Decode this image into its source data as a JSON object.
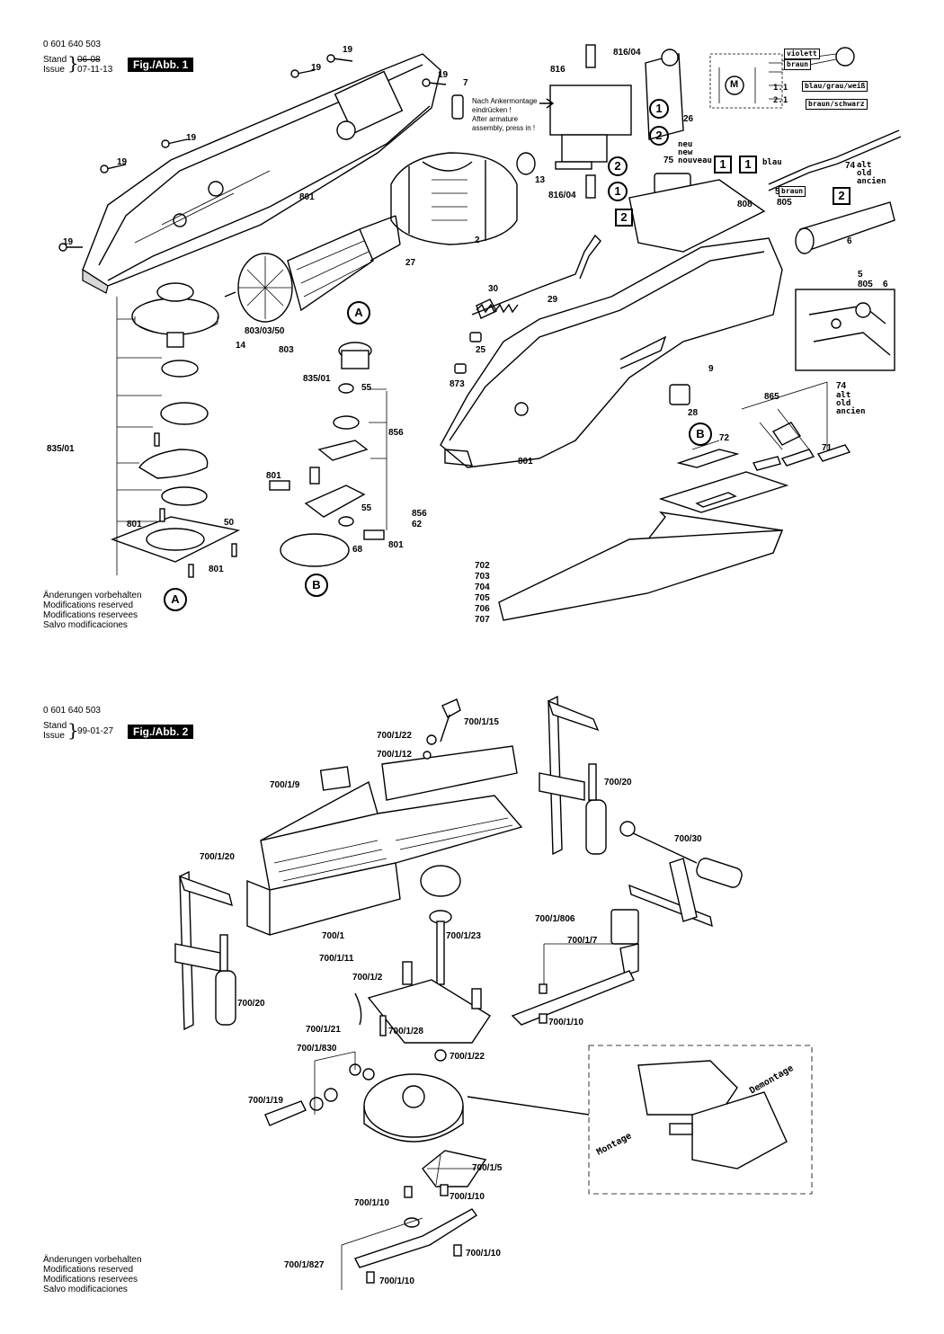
{
  "fig1": {
    "doc_number": "0 601 640 503",
    "stand_label": "Stand",
    "issue_label": "Issue",
    "date_old": "06-08",
    "date_new": "07-11-13",
    "fig_tag": "Fig./Abb. 1",
    "note_de": "Nach Ankermontage eindrücken !",
    "note_en": "After armature assembly, press in !",
    "note_de_1": "Nach Ankermontage",
    "note_de_2": "eindrücken !",
    "note_en_1": "After armature",
    "note_en_2": "assembly, press in !",
    "wiring": {
      "violett": "violett",
      "braun": "braun",
      "blau_grau_weiss": "blau/grau/weiß",
      "braun_schwarz": "braun/schwarz",
      "t11": "1.1",
      "t21": "2.1",
      "motor": "M",
      "blau": "blau",
      "braun2": "braun"
    },
    "new_labels": [
      "neu",
      "new",
      "nouveau"
    ],
    "old_labels": [
      "alt",
      "old",
      "ancien"
    ],
    "old_labels_b": [
      "alt",
      "old",
      "ancien"
    ],
    "markers": {
      "c1": "1",
      "c2": "2",
      "c1b": "1",
      "c2b": "2",
      "b1": "1",
      "b1b": "1",
      "b2": "2",
      "b2b": "2",
      "refA": "A",
      "refA2": "A",
      "refB": "B",
      "refB2": "B"
    },
    "part_labels": {
      "p19a": "19",
      "p19b": "19",
      "p19c": "19",
      "p19d": "19",
      "p19e": "19",
      "p19f": "19",
      "p7": "7",
      "p801a": "801",
      "p2": "2",
      "p27": "27",
      "p803_03_50": "803/03/50",
      "p14": "14",
      "p803": "803",
      "p835_01a": "835/01",
      "p835_01b": "835/01",
      "p55a": "55",
      "p55b": "55",
      "p856a": "856",
      "p856b": "856",
      "p62": "62",
      "p801b": "801",
      "p801c": "801",
      "p801d": "801",
      "p801e": "801",
      "p801f": "801",
      "p50": "50",
      "p68": "68",
      "p816_04a": "816/04",
      "p816": "816",
      "p816_04b": "816/04",
      "p13": "13",
      "p26": "26",
      "p75": "75",
      "p74": "74",
      "p5a": "5",
      "p805a": "805",
      "p808": "808",
      "p6a": "6",
      "p30": "30",
      "p29": "29",
      "p25": "25",
      "p873": "873",
      "p9": "9",
      "p28": "28",
      "p865": "865",
      "p72": "72",
      "p71": "71",
      "p5b": "5",
      "p805b": "805",
      "p6b": "6",
      "p74b": "74",
      "p702": "702",
      "p703": "703",
      "p704": "704",
      "p705": "705",
      "p706": "706",
      "p707": "707"
    },
    "disclaimer": [
      "Änderungen vorbehalten",
      "Modifications reserved",
      "Modifications reservees",
      "Salvo modificaciones"
    ]
  },
  "fig2": {
    "doc_number": "0 601 640 503",
    "stand_label": "Stand",
    "issue_label": "Issue",
    "date": "99-01-27",
    "fig_tag": "Fig./Abb. 2",
    "montage": "Montage",
    "demontage": "Demontage",
    "part_labels": {
      "p700_1_15": "700/1/15",
      "p700_1_22a": "700/1/22",
      "p700_1_12": "700/1/12",
      "p700_1_9": "700/1/9",
      "p700_20a": "700/20",
      "p700_30": "700/30",
      "p700_1_20": "700/1/20",
      "p700_1": "700/1",
      "p700_1_806": "700/1/806",
      "p700_1_7": "700/1/7",
      "p700_1_23": "700/1/23",
      "p700_1_11": "700/1/11",
      "p700_1_2": "700/1/2",
      "p700_20b": "700/20",
      "p700_1_21": "700/1/21",
      "p700_1_28": "700/1/28",
      "p700_1_10a": "700/1/10",
      "p700_1_22b": "700/1/22",
      "p700_1_830": "700/1/830",
      "p700_1_19": "700/1/19",
      "p700_1_5": "700/1/5",
      "p700_1_10b": "700/1/10",
      "p700_1_10c": "700/1/10",
      "p700_1_827": "700/1/827",
      "p700_1_10d": "700/1/10",
      "p700_1_10e": "700/1/10"
    },
    "disclaimer": [
      "Änderungen vorbehalten",
      "Modifications reserved",
      "Modifications reservees",
      "Salvo modificaciones"
    ]
  }
}
